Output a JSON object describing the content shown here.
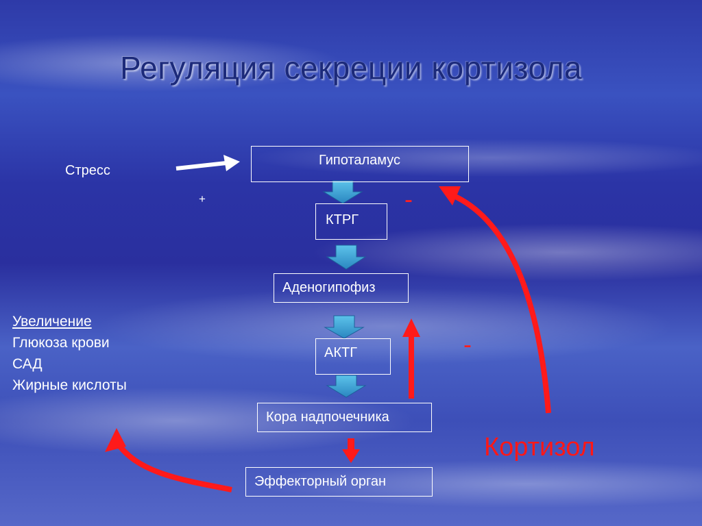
{
  "slide": {
    "title": "Регуляция секреции кортизола"
  },
  "diagram": {
    "stress_label": "Стресс",
    "plus_sign": "+",
    "nodes": {
      "hypothalamus": "Гипоталамус",
      "ktrg": "КТРГ",
      "adenohypophysis": "Аденогипофиз",
      "aktg": "АКТГ",
      "adrenal_cortex": "Кора надпочечника",
      "effector_organ": "Эффекторный орган"
    },
    "feedback_signs": {
      "hypothalamus": "-",
      "adenohypophysis": "-"
    },
    "hormone_label": "Кортизол",
    "effects": [
      "Увеличение",
      "Глюкоза крови",
      "САД",
      "Жирные кислоты"
    ]
  },
  "colors": {
    "feedback_arrow": "#ff1a1a",
    "flow_arrow_fill": "#3fa8d8",
    "box_border": "#ffffff",
    "title_text": "#1c2a7a"
  }
}
